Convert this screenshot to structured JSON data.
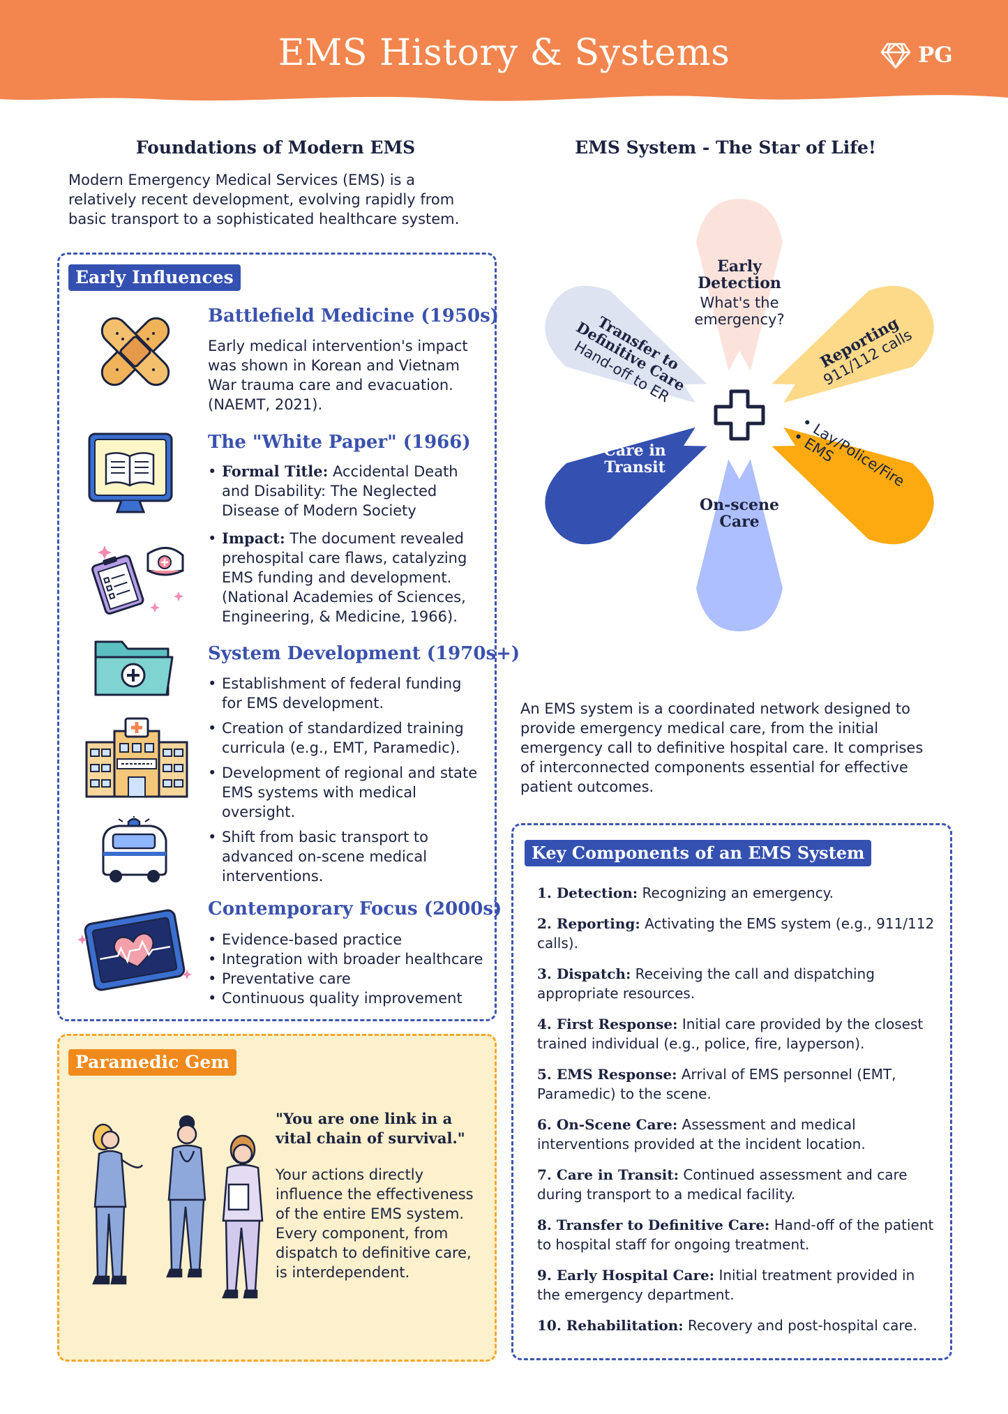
{
  "header": {
    "title": "EMS History & Systems",
    "logo_text": "PG",
    "color": "#f2864e"
  },
  "foundations": {
    "title": "Foundations of Modern EMS",
    "intro": "Modern Emergency Medical Services (EMS) is a relatively recent development, evolving rapidly from basic transport to a sophisticated healthcare system."
  },
  "early_influences": {
    "label": "Early Influences",
    "battlefield": {
      "title": "Battlefield Medicine (1950s)",
      "text": "Early medical intervention's impact was shown in Korean and Vietnam War trauma care and evacuation. (NAEMT, 2021)."
    },
    "white_paper": {
      "title": "The \"White Paper\" (1966)",
      "formal_label": "Formal Title:",
      "formal_text": " Accidental Death and Disability: The Neglected Disease of Modern Society",
      "impact_label": "Impact:",
      "impact_text": " The document revealed prehospital care flaws, catalyzing EMS funding and development. (National Academies of Sciences, Engineering, & Medicine, 1966)."
    },
    "system_dev": {
      "title": "System Development (1970s+)",
      "items": [
        "Establishment of federal funding for EMS development.",
        "Creation of standardized training curricula (e.g., EMT, Paramedic).",
        "Development of regional and state EMS systems with medical oversight.",
        "Shift from basic transport to advanced on-scene medical interventions."
      ]
    },
    "contemporary": {
      "title": "Contemporary Focus (2000s)",
      "items": [
        "Evidence-based practice",
        "Integration with broader healthcare",
        "Preventative care",
        "Continuous quality improvement"
      ]
    }
  },
  "gem": {
    "label": "Paramedic Gem",
    "quote": "\"You are one link in a vital chain of survival.\"",
    "text": "Your actions directly influence the effectiveness of the entire EMS system. Every component, from dispatch to definitive care, is interdependent."
  },
  "star": {
    "title": "EMS System - The Star of Life!",
    "early_detection_title": "Early Detection",
    "early_detection_sub": "What's the emergency?",
    "reporting_title": "Reporting",
    "reporting_sub": "911/112 calls",
    "response_line1": "• Lay/Police/Fire",
    "response_line2": "• EMS",
    "onscene": "On-scene Care",
    "transit": "Care in Transit",
    "transfer_title": "Transfer to Definitive Care",
    "transfer_sub": "Hand-off to ER",
    "colors": {
      "detection": "#fbe3dc",
      "reporting": "#fdd98a",
      "response": "#fcaa10",
      "onscene": "#aebfff",
      "transit": "#3450b0",
      "transfer": "#dde3f1",
      "center_icon": "#1c2340"
    }
  },
  "system_desc": "An EMS system is a coordinated network designed to provide emergency medical care, from the initial emergency call to definitive hospital care. It comprises of interconnected components essential for effective patient outcomes.",
  "key_components": {
    "label": "Key Components of an EMS System",
    "items": [
      {
        "label": "1. Detection:",
        "text": " Recognizing an emergency."
      },
      {
        "label": "2. Reporting:",
        "text": " Activating the EMS system (e.g., 911/112 calls)."
      },
      {
        "label": "3. Dispatch:",
        "text": " Receiving the call and dispatching appropriate resources."
      },
      {
        "label": "4. First Response:",
        "text": " Initial care provided by the closest trained individual (e.g., police, fire, layperson)."
      },
      {
        "label": "5. EMS Response:",
        "text": " Arrival of EMS personnel (EMT, Paramedic) to the scene."
      },
      {
        "label": "6. On-Scene Care:",
        "text": " Assessment and medical interventions provided at the incident location."
      },
      {
        "label": "7. Care in Transit:",
        "text": " Continued assessment and care during transport to a medical facility."
      },
      {
        "label": "8. Transfer to Definitive Care:",
        "text": " Hand-off of the patient to hospital staff for ongoing treatment."
      },
      {
        "label": "9. Early Hospital Care:",
        "text": " Initial treatment provided in the emergency department."
      },
      {
        "label": "10. Rehabilitation:",
        "text": " Recovery and post-hospital care."
      }
    ]
  }
}
